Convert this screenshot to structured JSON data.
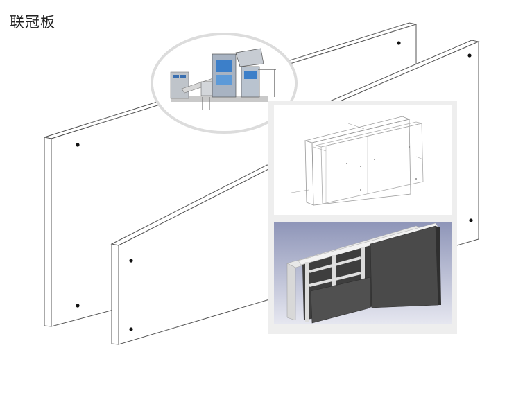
{
  "page": {
    "title": "联冠板"
  },
  "colors": {
    "panel_stroke": "#555555",
    "card_background": "#eeeeee",
    "render_background_top": "#8e95b8",
    "render_background_bottom": "#e6e7f0",
    "panel_dark": "#4a4a4a",
    "frame_light": "#d8d8d8",
    "machine_circle_border": "#dcdcdc"
  },
  "images": {
    "machine_photo": "block-making-machine",
    "line_drawing": "panel-assembly-line-drawing",
    "render_3d": "panel-assembly-3d-render"
  }
}
